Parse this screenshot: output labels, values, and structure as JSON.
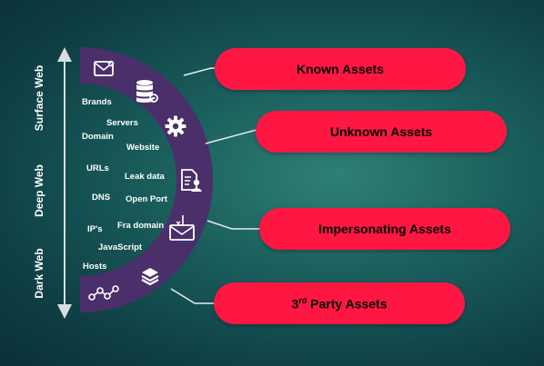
{
  "axis": {
    "labels": [
      "Surface Web",
      "Deep Web",
      "Dark Web"
    ]
  },
  "keywords": [
    "Brands",
    "Servers",
    "Domain",
    "Website",
    "URLs",
    "Leak data",
    "DNS",
    "Open Port",
    "IP's",
    "Fra domain",
    "JavaScript",
    "Hosts"
  ],
  "assets": {
    "known": "Known Assets",
    "unknown": "Unknown Assets",
    "impersonating": "Impersonating Assets",
    "third_party_prefix": "3",
    "third_party_sup": "rd",
    "third_party_suffix": " Party Assets"
  },
  "icons": [
    "email-image-icon",
    "database-icon",
    "gear-icon",
    "document-user-icon",
    "phishing-envelope-icon",
    "layers-icon",
    "network-nodes-icon"
  ],
  "colors": {
    "pill": "#ff1744",
    "arc": "#4a2f6b",
    "background": "#1a5e5c"
  }
}
